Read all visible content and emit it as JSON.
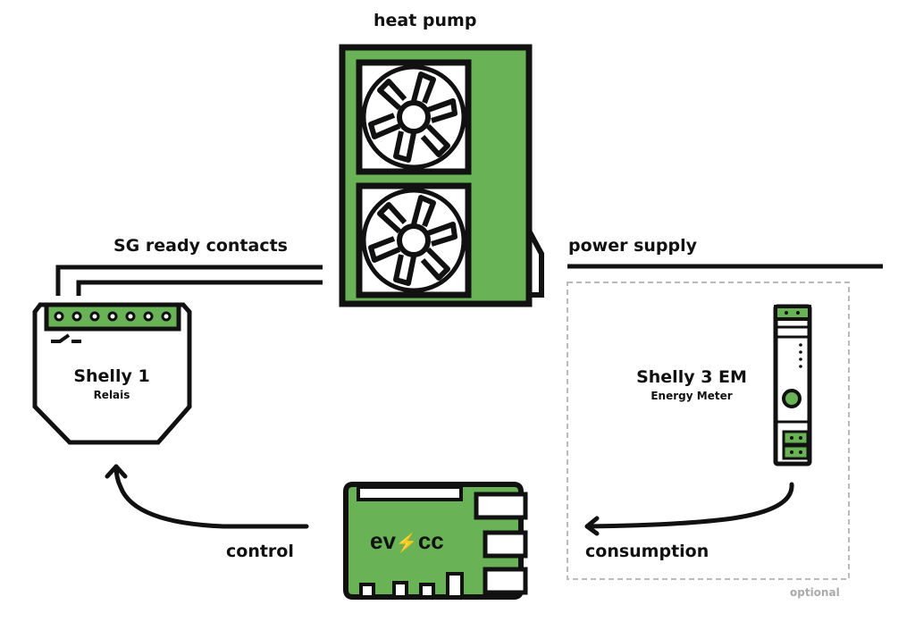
{
  "colors": {
    "green": "#69b356",
    "stroke": "#111111",
    "dashed": "#bbbbbb",
    "optional": "#aaaaaa"
  },
  "heat_pump": {
    "title": "heat pump"
  },
  "sg_ready": {
    "label": "SG ready contacts"
  },
  "power_supply": {
    "label": "power supply"
  },
  "shelly1": {
    "title": "Shelly 1",
    "subtitle": "Relais"
  },
  "shelly3em": {
    "title": "Shelly 3 EM",
    "subtitle": "Energy Meter"
  },
  "evcc": {
    "logo_left": "ev",
    "logo_bolt": "⚡",
    "logo_right": "cc"
  },
  "arrows": {
    "control": "control",
    "consumption": "consumption"
  },
  "optional_group": {
    "label": "optional"
  }
}
